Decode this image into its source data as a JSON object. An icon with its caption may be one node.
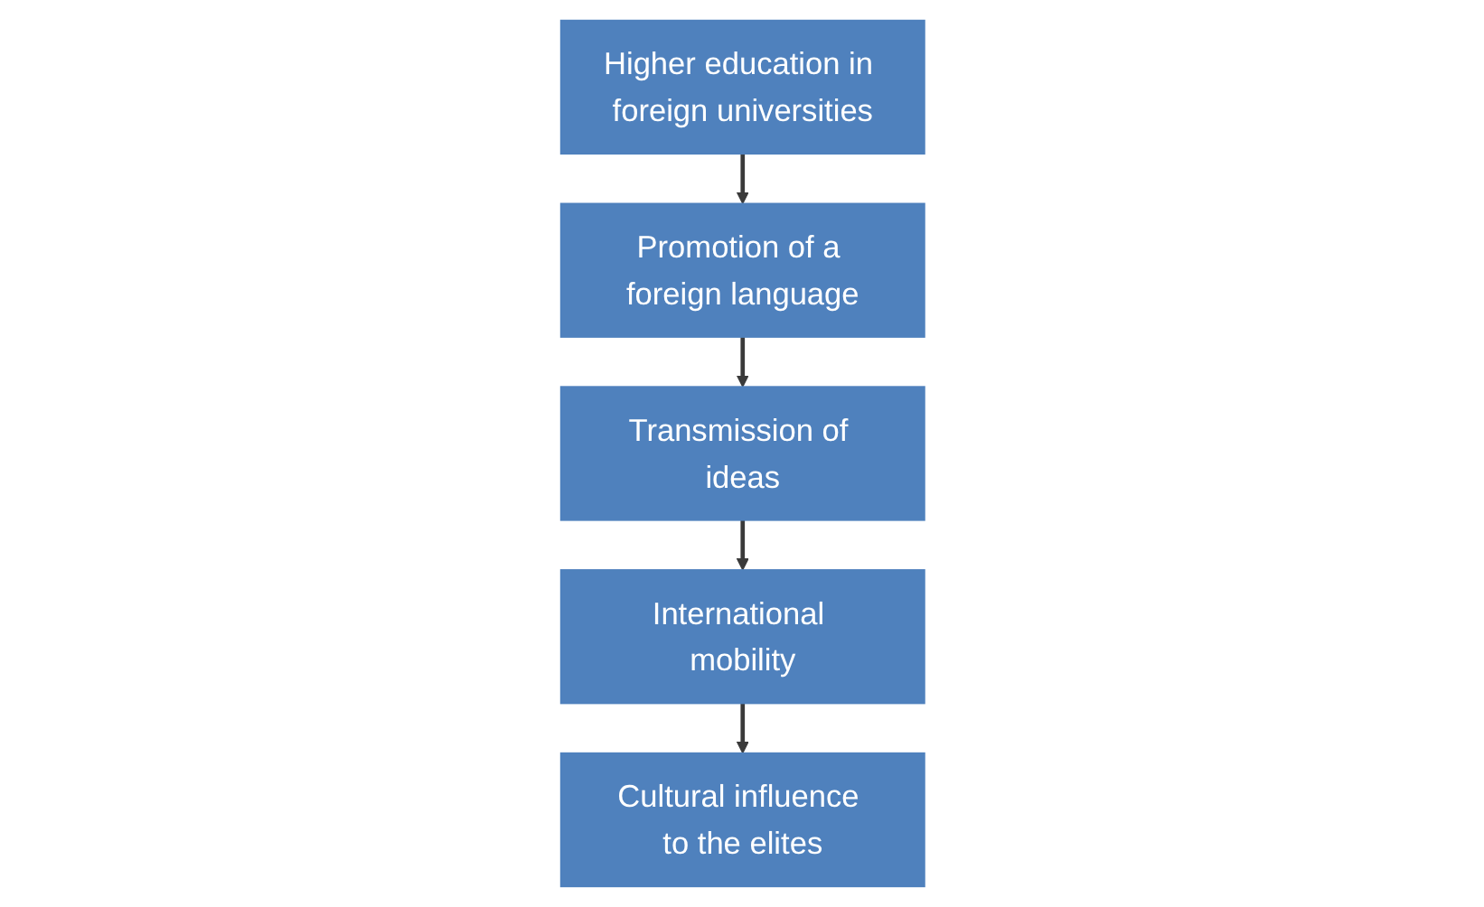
{
  "diagram": {
    "nodes": [
      {
        "text": [
          "Higher education in foreign universities"
        ]
      },
      {
        "text": [
          "Promotion of a foreign language"
        ]
      },
      {
        "text": [
          "Transmission of ideas"
        ]
      },
      {
        "text": [
          "International mobility"
        ]
      },
      {
        "text": [
          "Cultural influence to the elites"
        ]
      }
    ],
    "edges": [
      {
        "from": 0,
        "to": 1,
        "arrow": "to"
      },
      {
        "from": 1,
        "to": 2,
        "arrow": "to"
      },
      {
        "from": 2,
        "to": 3,
        "arrow": "to"
      },
      {
        "from": 3,
        "to": 4,
        "arrow": "to"
      }
    ]
  }
}
